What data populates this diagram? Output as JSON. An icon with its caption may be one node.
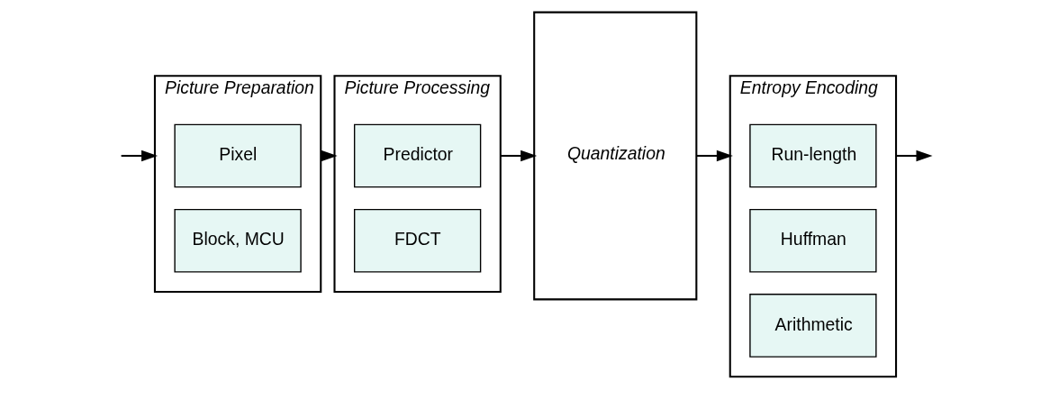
{
  "diagram": {
    "nodes": [
      {
        "text": [
          "Picture Preparation"
        ]
      },
      {
        "text": [
          "Pixel"
        ],
        "in": 0
      },
      {
        "text": [
          "Block, MCU"
        ],
        "in": 0
      },
      {
        "text": [
          "Picture Processing"
        ]
      },
      {
        "text": [
          "Predictor"
        ],
        "in": 3
      },
      {
        "text": [
          "FDCT"
        ],
        "in": 3
      },
      {
        "text": [
          "Quantization"
        ]
      },
      {
        "text": [
          "Entropy Encoding"
        ]
      },
      {
        "text": [
          "Run-length"
        ],
        "in": 7
      },
      {
        "text": [
          "Huffman"
        ],
        "in": 7
      },
      {
        "text": [
          "Arithmetic"
        ],
        "in": 7
      }
    ],
    "edges": [
      {
        "from": null,
        "to": 0,
        "arrow": "to"
      },
      {
        "from": 0,
        "to": 3,
        "arrow": "to"
      },
      {
        "from": 3,
        "to": 6,
        "arrow": "to"
      },
      {
        "from": 6,
        "to": 7,
        "arrow": "to"
      },
      {
        "from": 7,
        "to": null,
        "arrow": "to"
      }
    ]
  }
}
